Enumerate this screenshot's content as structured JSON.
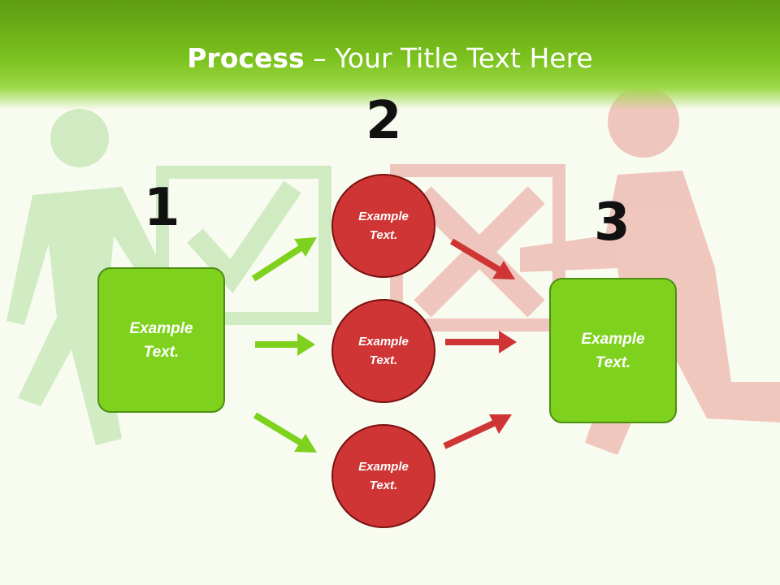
{
  "title": {
    "bold": "Process",
    "rest": " – Your Title Text Here"
  },
  "steps": {
    "one": "1",
    "two": "2",
    "three": "3"
  },
  "left_box": {
    "text": "Example\nText."
  },
  "circles": [
    {
      "text": "Example\nText."
    },
    {
      "text": "Example\nText."
    },
    {
      "text": "Example\nText."
    }
  ],
  "right_box": {
    "text": "Example\nText."
  },
  "colors": {
    "green": "#7ed11d",
    "red": "#cf3535",
    "header": "#6fb51a"
  }
}
